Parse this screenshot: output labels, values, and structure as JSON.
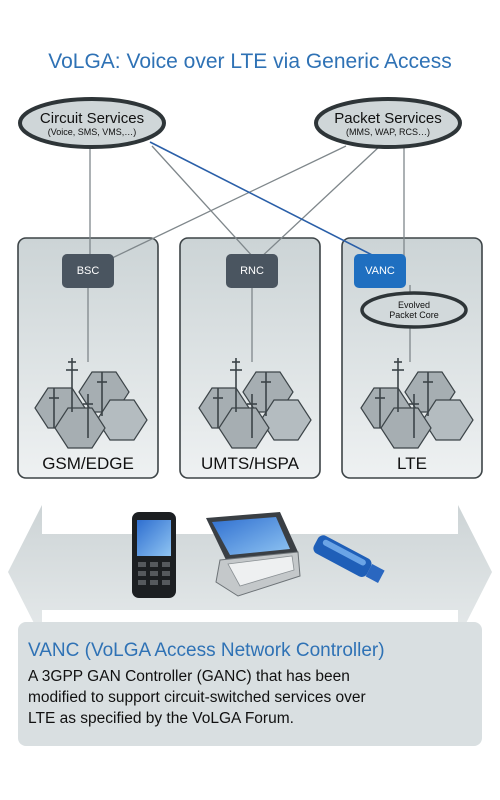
{
  "title": "VoLGA: Voice over LTE via Generic Access",
  "services": {
    "circuit": {
      "name": "Circuit Services",
      "detail": "(Voice, SMS, VMS,…)"
    },
    "packet": {
      "name": "Packet Services",
      "detail": "(MMS, WAP, RCS…)"
    }
  },
  "networks": [
    {
      "name": "GSM/EDGE",
      "controller": "BSC"
    },
    {
      "name": "UMTS/HSPA",
      "controller": "RNC"
    },
    {
      "name": "LTE",
      "controller": "VANC",
      "core_line1": "Evolved",
      "core_line2": "Packet Core"
    }
  ],
  "devices": [
    "mobile-phone",
    "netbook",
    "usb-modem"
  ],
  "info": {
    "heading": "VANC (VoLGA Access Network Controller)",
    "line1": "A 3GPP GAN Controller (GANC) that has been",
    "line2": "modified to support circuit-switched services over",
    "line3": "LTE as specified by the VoLGA Forum."
  },
  "colors": {
    "accent": "#2f72b5",
    "vanc": "#1f6fc0",
    "controller": "#4a5560",
    "panel": "#d9dfe1"
  }
}
